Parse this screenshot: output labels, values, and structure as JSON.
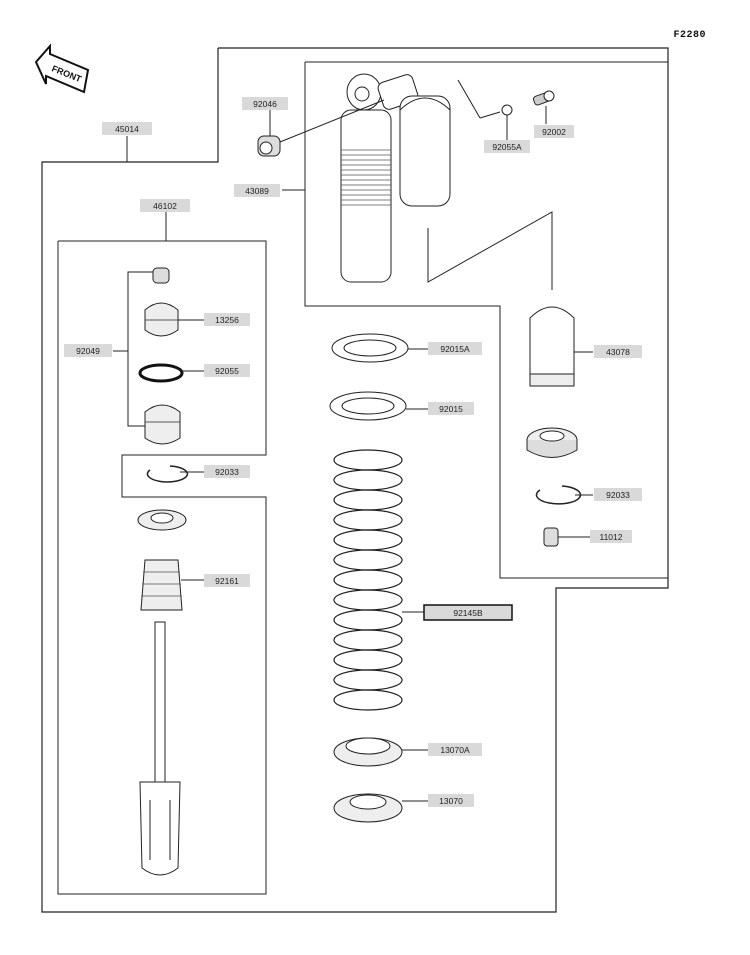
{
  "figure_code": "F2280",
  "front_label": "FRONT",
  "parts": {
    "p45014": "45014",
    "p46102": "46102",
    "p92046": "92046",
    "p43089": "43089",
    "p92055A": "92055A",
    "p92002": "92002",
    "p43078": "43078",
    "p92049": "92049",
    "p13256": "13256",
    "p92055": "92055",
    "p92033a": "92033",
    "p92161": "92161",
    "p92015A": "92015A",
    "p92015": "92015",
    "p92145B": "92145B",
    "p13070A": "13070A",
    "p13070": "13070",
    "p92033b": "92033",
    "p11012": "11012"
  }
}
